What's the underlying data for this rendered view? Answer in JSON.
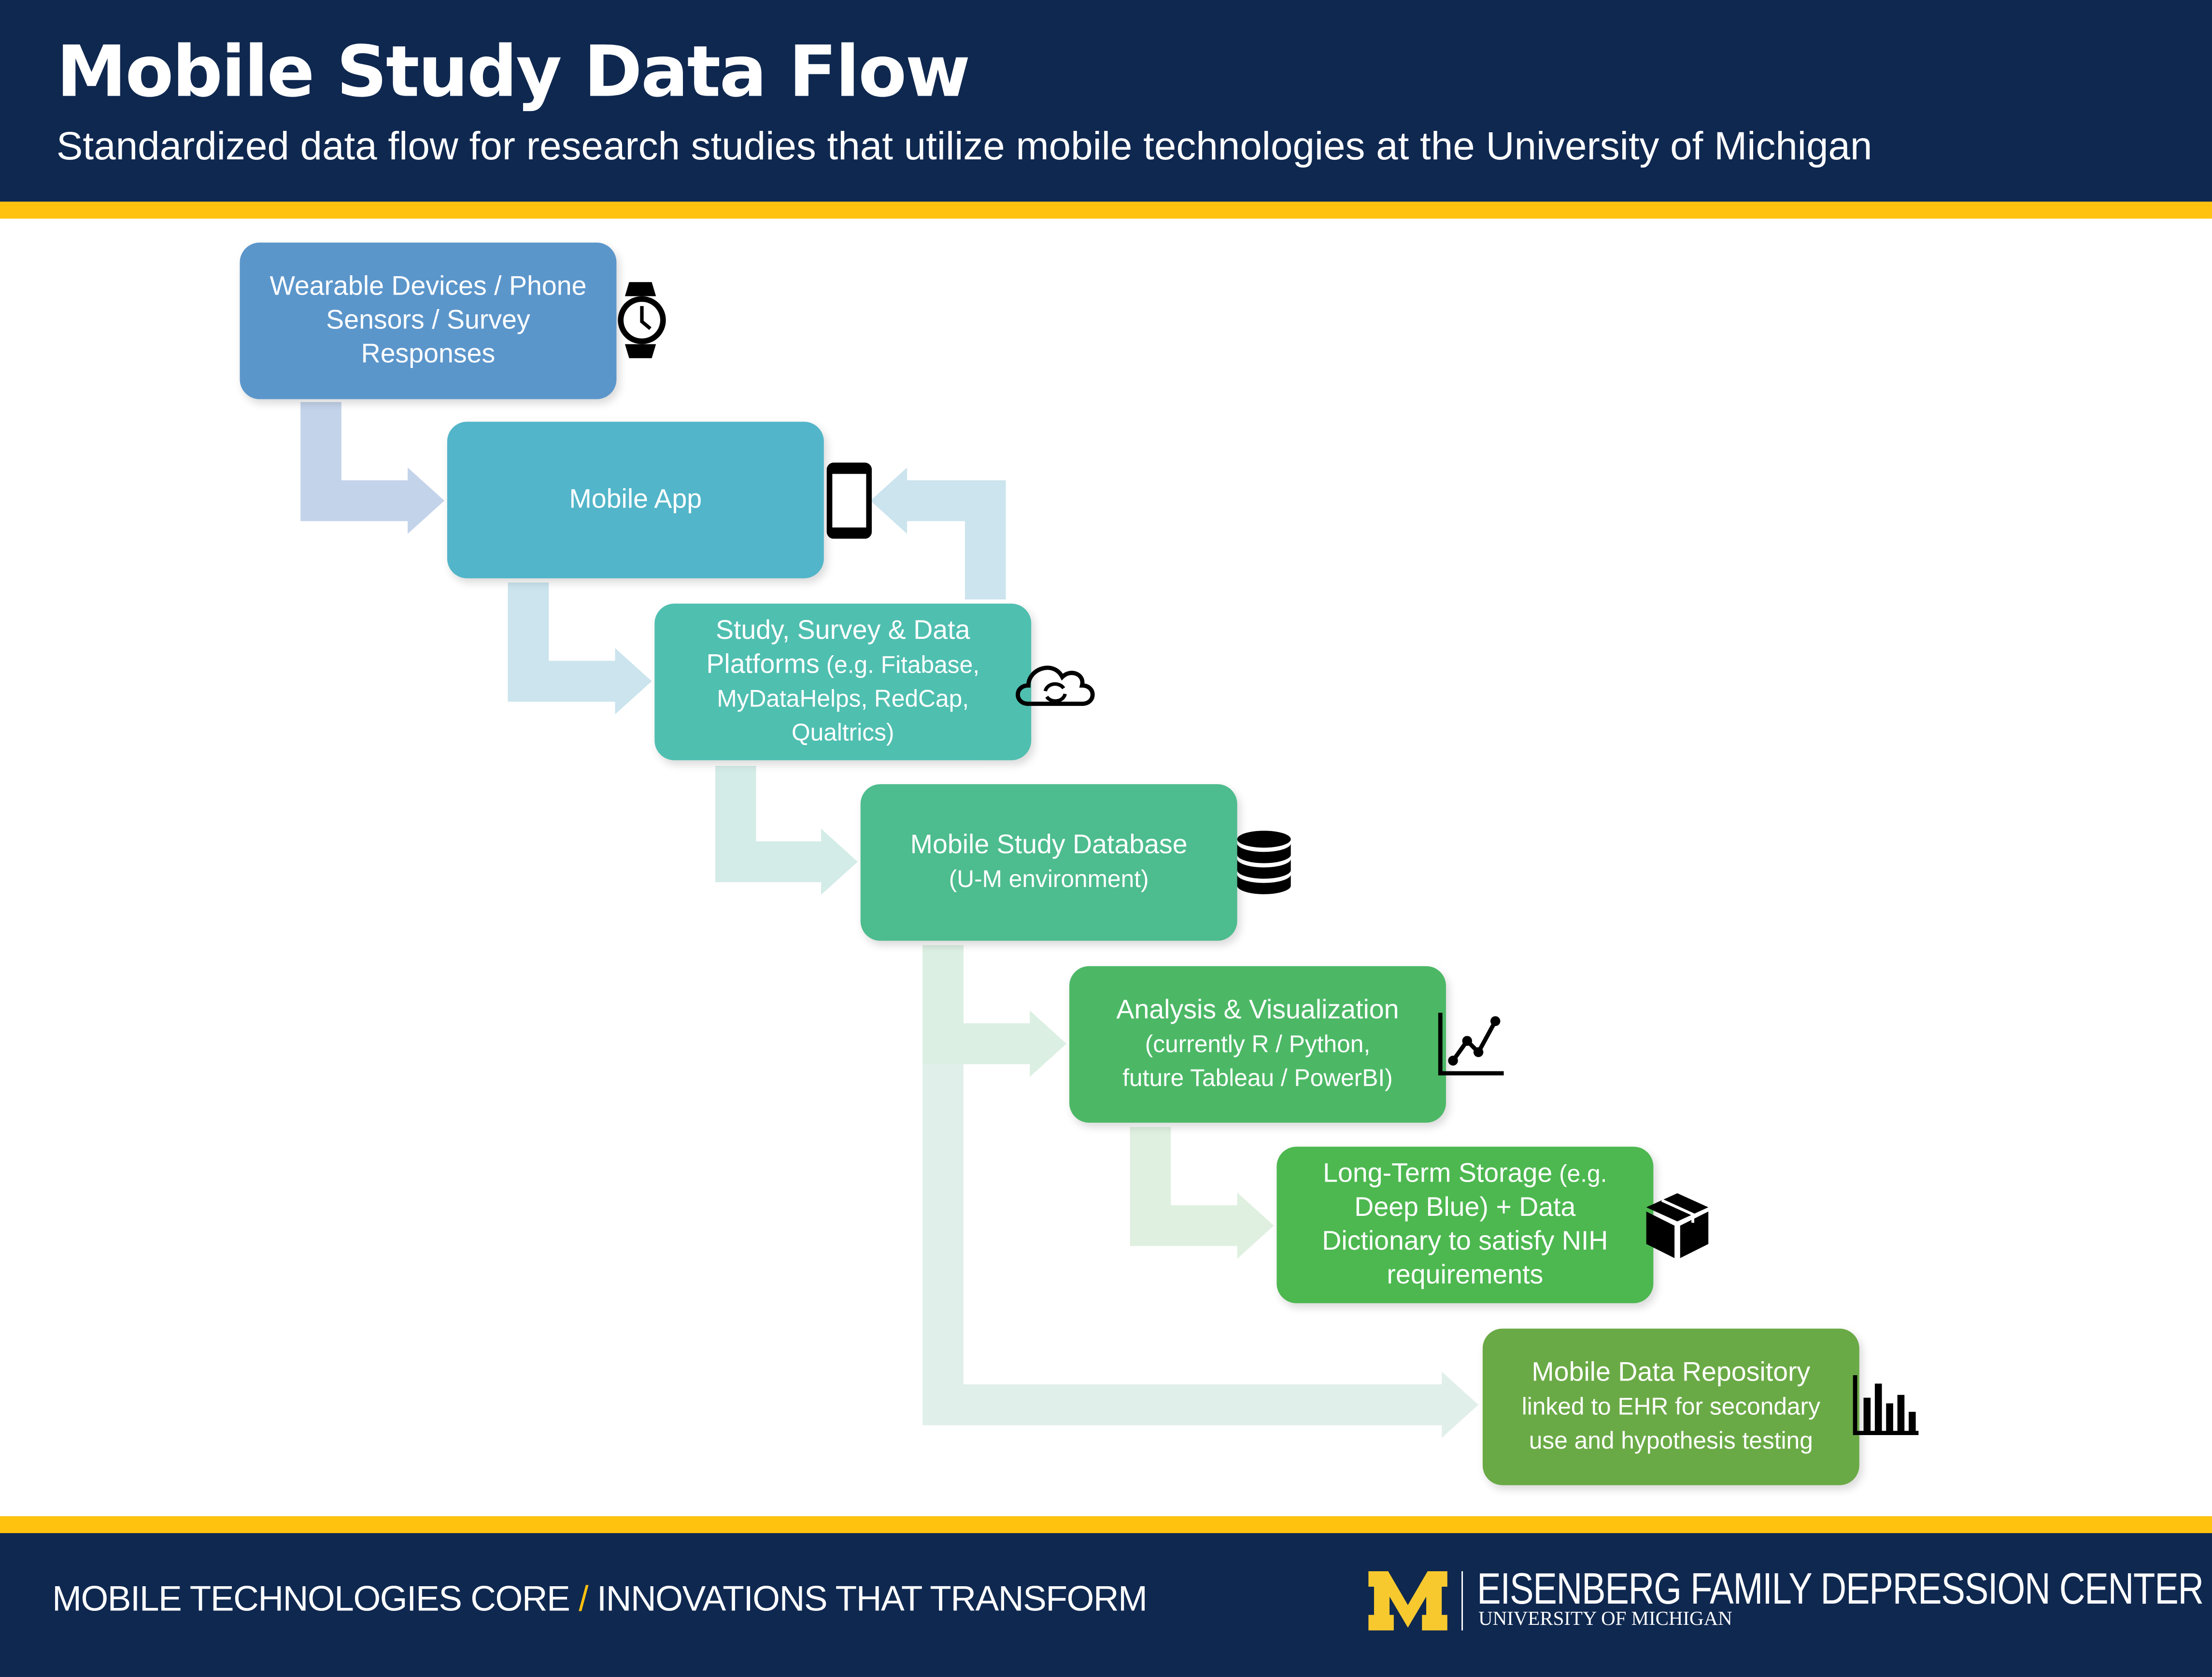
{
  "header": {
    "title": "Mobile Study Data Flow",
    "subtitle": "Standardized data flow for research studies that utilize mobile technologies at the University of Michigan"
  },
  "colors": {
    "navy": "#0f2850",
    "gold": "#ffc20e"
  },
  "steps": [
    {
      "line1": "Wearable Devices / Phone",
      "line2": "Sensors / Survey",
      "line3": "Responses",
      "icon": "smartwatch-icon",
      "color": "#5b96cb"
    },
    {
      "line1": "Mobile App",
      "icon": "smartphone-icon",
      "color": "#52b5c9"
    },
    {
      "line1": "Study, Survey & Data",
      "line2a": "Platforms",
      "line2b": " (e.g. Fitabase,",
      "line3": "MyDataHelps, RedCap,",
      "line4": "Qualtrics)",
      "icon": "cloud-sync-icon",
      "color": "#4fbfb0"
    },
    {
      "line1": "Mobile Study Database",
      "line2": "(U-M environment)",
      "icon": "database-icon",
      "color": "#4dbc8e"
    },
    {
      "line1": "Analysis & Visualization",
      "line2": "(currently R / Python,",
      "line3": "future Tableau / PowerBI)",
      "icon": "line-chart-icon",
      "color": "#4cb866"
    },
    {
      "line1a": "Long-Term Storage",
      "line1b": " (e.g.",
      "line2": "Deep Blue) + Data",
      "line3": "Dictionary to satisfy NIH",
      "line4": "requirements",
      "icon": "package-box-icon",
      "color": "#4db850"
    },
    {
      "line1": "Mobile Data Repository",
      "line2": "linked to EHR for secondary",
      "line3": "use and hypothesis testing",
      "icon": "bar-chart-icon",
      "color": "#6aaa46"
    }
  ],
  "footer": {
    "left_part1": "MOBILE TECHNOLOGIES CORE ",
    "slash": "/",
    "left_part2": " INNOVATIONS THAT TRANSFORM",
    "org_name": "EISENBERG FAMILY DEPRESSION CENTER",
    "org_sub": "UNIVERSITY OF MICHIGAN",
    "logo_letter": "M"
  }
}
